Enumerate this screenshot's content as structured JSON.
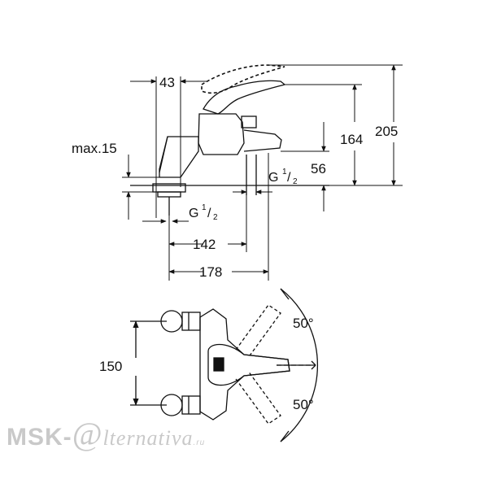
{
  "dimensions": {
    "d43": "43",
    "d205": "205",
    "d164": "164",
    "max15": "max.15",
    "d56": "56",
    "thread_G": "G",
    "thread_num": "1",
    "thread_den": "2",
    "d142": "142",
    "d178": "178",
    "d150": "150",
    "angle_top": "50°",
    "angle_bottom": "50°"
  },
  "watermark": {
    "brand": "MSK-",
    "at": "@",
    "rest": "lternativa",
    "suffix": ".ru"
  },
  "colors": {
    "line": "#111111",
    "watermark": "#c9c9c9"
  }
}
